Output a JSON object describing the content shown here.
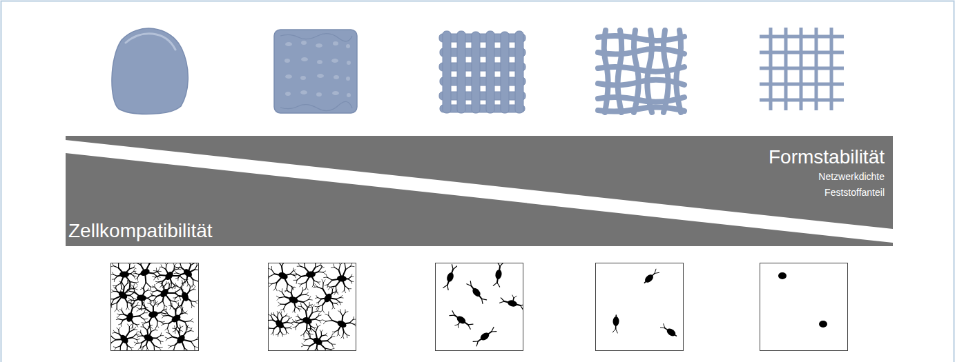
{
  "diagram": {
    "nodes": [
      {
        "text": [
          "Formstabilität",
          "Netzwerkdichte",
          "Feststoffanteil"
        ]
      },
      {
        "text": [
          "Zellkompatibilität"
        ]
      }
    ]
  }
}
